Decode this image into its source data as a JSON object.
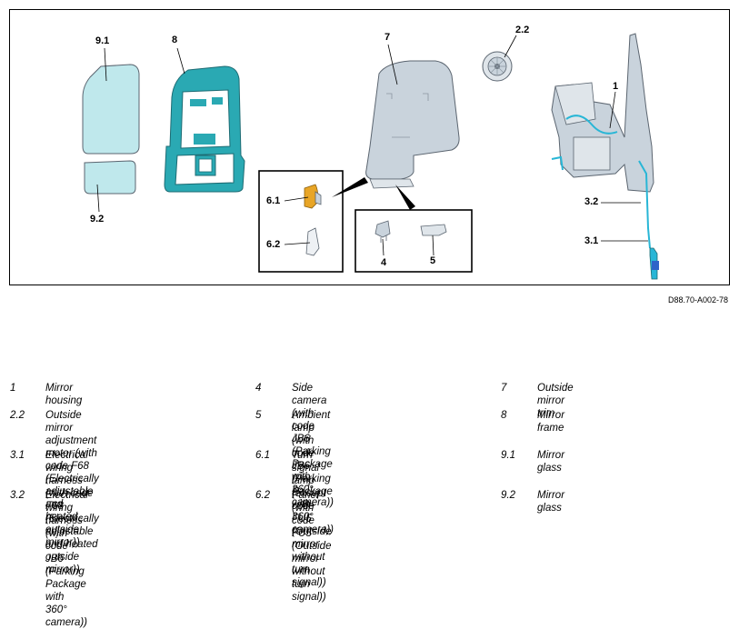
{
  "diagram": {
    "callouts": {
      "c91": "9.1",
      "c8": "8",
      "c92": "9.2",
      "c7": "7",
      "c22": "2.2",
      "c1": "1",
      "c61": "6.1",
      "c62": "6.2",
      "c4": "4",
      "c5": "5",
      "c32": "3.2",
      "c31": "3.1"
    },
    "figure_id": "D88.70-A002-78",
    "colors": {
      "glass": "#bfe8ec",
      "frame": "#2aa9b3",
      "housing": "#c9d3dc",
      "turn_signal": "#e8a526",
      "harness": "#28b6d6",
      "outline": "#5b6570"
    }
  },
  "legend": {
    "col1": [
      {
        "num": "1",
        "desc": [
          "Mirror housing"
        ]
      },
      {
        "num": "2.2",
        "desc": [
          "Outside mirror adjustment motor (with",
          "code F68 (Electrically adjustable and",
          "heated outside mirror))"
        ]
      },
      {
        "num": "3.1",
        "desc": [
          "Electrical wiring harness (with code",
          "F68 (Electrically adjustable and heated",
          "outside mirror))"
        ]
      },
      {
        "num": "3.2",
        "desc": [
          "Electrical wiring harness (with code",
          "JB6 (Parking Package with 360°",
          "camera))"
        ]
      }
    ],
    "col2": [
      {
        "num": "4",
        "desc": [
          "Side camera (with code JB6 (Parking",
          "Package with 360° camera))"
        ]
      },
      {
        "num": "5",
        "desc": [
          "Ambient lamp (with code JB6 (Parking",
          "Package with 360° camera))"
        ]
      },
      {
        "num": "6.1",
        "desc": [
          "Turn signal lamp (except code FU5",
          "(Outside mirror without turn signal))"
        ]
      },
      {
        "num": "6.2",
        "desc": [
          "Panel (with code FU5 (Outside mirror",
          "without turn signal))"
        ]
      }
    ],
    "col3": [
      {
        "num": "7",
        "desc": [
          "Outside mirror trim"
        ]
      },
      {
        "num": "8",
        "desc": [
          "Mirror frame"
        ]
      },
      {
        "num": "9.1",
        "desc": [
          "Mirror glass"
        ]
      },
      {
        "num": "9.2",
        "desc": [
          "Mirror glass"
        ]
      }
    ]
  }
}
